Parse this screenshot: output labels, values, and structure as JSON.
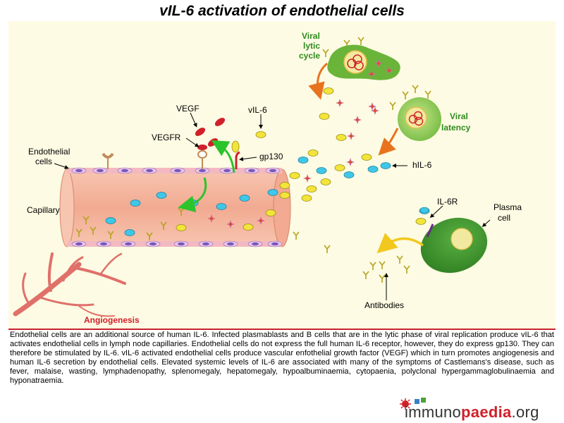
{
  "title": "vIL-6 activation of endothelial cells",
  "labels": {
    "viral_lytic": [
      "Viral",
      "lytic",
      "cycle"
    ],
    "viral_latency": [
      "Viral",
      "latency"
    ],
    "vegf": "VEGF",
    "vegfr": "VEGFR",
    "vil6": "vIL-6",
    "gp130": "gp130",
    "endothelial": [
      "Endothelial",
      "cells"
    ],
    "capillary": "Capillary",
    "hil6": "hIL-6",
    "il6r": "IL-6R",
    "plasma_cell": [
      "Plasma",
      "cell"
    ],
    "antibodies": "Antibodies",
    "angiogenesis": "Angiogenesis"
  },
  "description": "Endothelial cells are an additional source of human IL-6. Infected plasmablasts and B cells that are in the lytic phase of viral replication produce vIL-6 that activates endothelial cells in lymph node capillaries. Endothelial cells do not express the full human IL-6 receptor, however, they do express gp130. They can therefore be stimulated by IL-6. vIL-6 activated endothelial cells produce vascular enfothelial growth factor (VEGF) which in turn promotes angiogenesis and human IL-6 secretion by endothelial cells. Elevated systemic levels of IL-6 are associated with many of the symptoms of Castlemans's disease, such as fever, malaise, wasting, lymphadenopathy, splenomegaly, hepatomegaly, hypoalbuminaemia, cytopaenia, polyclonal hypergammaglobulinaemia and hyponatraemia.",
  "brand": {
    "part1": "immuno",
    "part2": "paedia",
    "part3": ".org"
  },
  "colors": {
    "background": "#fdfbe3",
    "cell_green": "#2e8b1e",
    "accent_red": "#d0202a",
    "vil6_yellow": "#f2e43a",
    "hil6_cyan": "#3fc7e8",
    "vessel_pink": "#f4b59c"
  }
}
